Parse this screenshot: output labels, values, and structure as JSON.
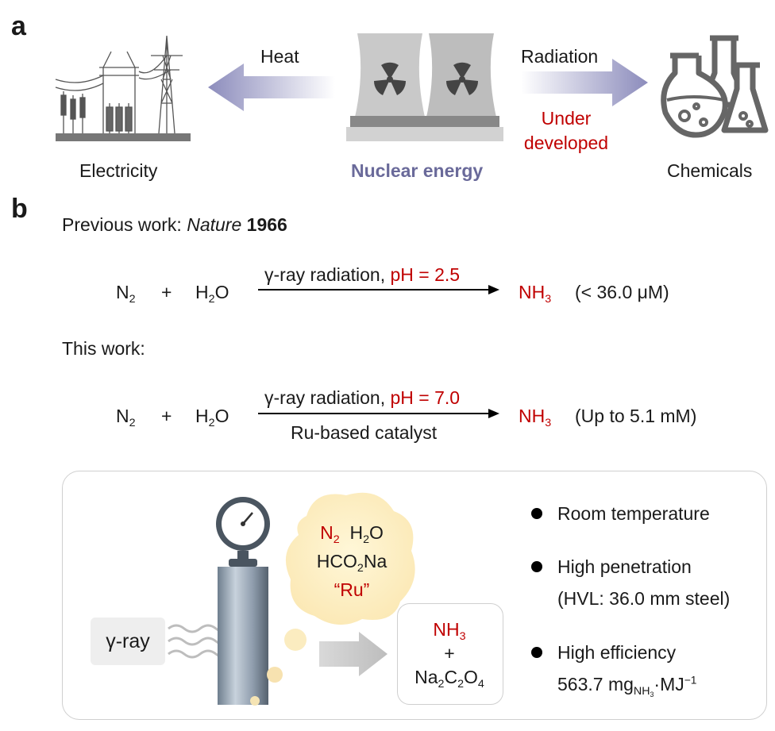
{
  "panel_a": {
    "label": "a",
    "heat_label": "Heat",
    "radiation_label": "Radiation",
    "underdeveloped_label": "Under developed",
    "electricity_label": "Electricity",
    "nuclear_label": "Nuclear energy",
    "chemicals_label": "Chemicals",
    "colors": {
      "arrow": "#8c8cbc",
      "accent_red": "#c00000",
      "nuclear_text": "#6a6a9a"
    }
  },
  "panel_b": {
    "label": "b",
    "previous_work": {
      "prefix": "Previous work: ",
      "journal": "Nature",
      "year": "1966"
    },
    "reaction1": {
      "reactant1": "N",
      "reactant1_sub": "2",
      "plus": "+",
      "reactant2_a": "H",
      "reactant2_sub": "2",
      "reactant2_b": "O",
      "condition": "γ-ray radiation, ",
      "ph": "pH = 2.5",
      "product": "NH",
      "product_sub": "3",
      "result": "(< 36.0 μM)"
    },
    "this_work_label": "This work:",
    "reaction2": {
      "reactant1": "N",
      "reactant1_sub": "2",
      "plus": "+",
      "reactant2_a": "H",
      "reactant2_sub": "2",
      "reactant2_b": "O",
      "condition": "γ-ray radiation, ",
      "ph": "pH = 7.0",
      "catalyst": "Ru-based catalyst",
      "product": "NH",
      "product_sub": "3",
      "result": "(Up to 5.1 mM)"
    },
    "box": {
      "gamma_label": "γ-ray",
      "cloud": {
        "n2": "N",
        "n2_sub": "2",
        "h2o_a": "H",
        "h2o_sub": "2",
        "h2o_b": "O",
        "formate_a": "HCO",
        "formate_sub": "2",
        "formate_b": "Na",
        "ru": "“Ru”"
      },
      "products": {
        "nh3": "NH",
        "nh3_sub": "3",
        "plus": "+",
        "oxalate_a": "Na",
        "oxalate_sub1": "2",
        "oxalate_b": "C",
        "oxalate_sub2": "2",
        "oxalate_c": "O",
        "oxalate_sub3": "4"
      },
      "features": {
        "f1": "Room temperature",
        "f2": "High penetration",
        "f2_detail": "(HVL: 36.0 mm steel)",
        "f3": "High efficiency",
        "f3_value": "563.7 mg",
        "f3_sub": "NH",
        "f3_subsub": "3",
        "f3_unit": "·MJ",
        "f3_sup": "−1"
      }
    }
  }
}
